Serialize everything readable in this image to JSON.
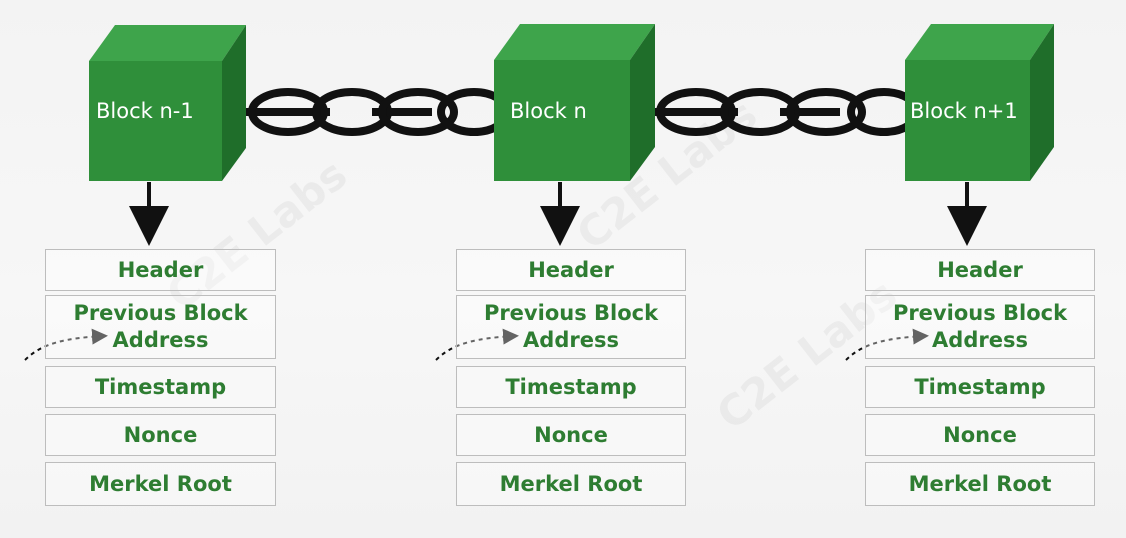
{
  "watermark_text": "C2E Labs",
  "blocks": [
    {
      "label": "Block n-1",
      "fields": [
        "Header",
        "Previous Block\nAddress",
        "Timestamp",
        "Nonce",
        "Merkel Root"
      ]
    },
    {
      "label": "Block n",
      "fields": [
        "Header",
        "Previous Block\nAddress",
        "Timestamp",
        "Nonce",
        "Merkel Root"
      ]
    },
    {
      "label": "Block n+1",
      "fields": [
        "Header",
        "Previous Block\nAddress",
        "Timestamp",
        "Nonce",
        "Merkel Root"
      ]
    }
  ],
  "colors": {
    "block_front": "#2f8f3a",
    "block_top": "#3ea44b",
    "block_side": "#1f6e2a",
    "chain": "#111111",
    "field_text": "#2e7d32",
    "field_border": "#bdbdbd",
    "arrow": "#111111"
  }
}
